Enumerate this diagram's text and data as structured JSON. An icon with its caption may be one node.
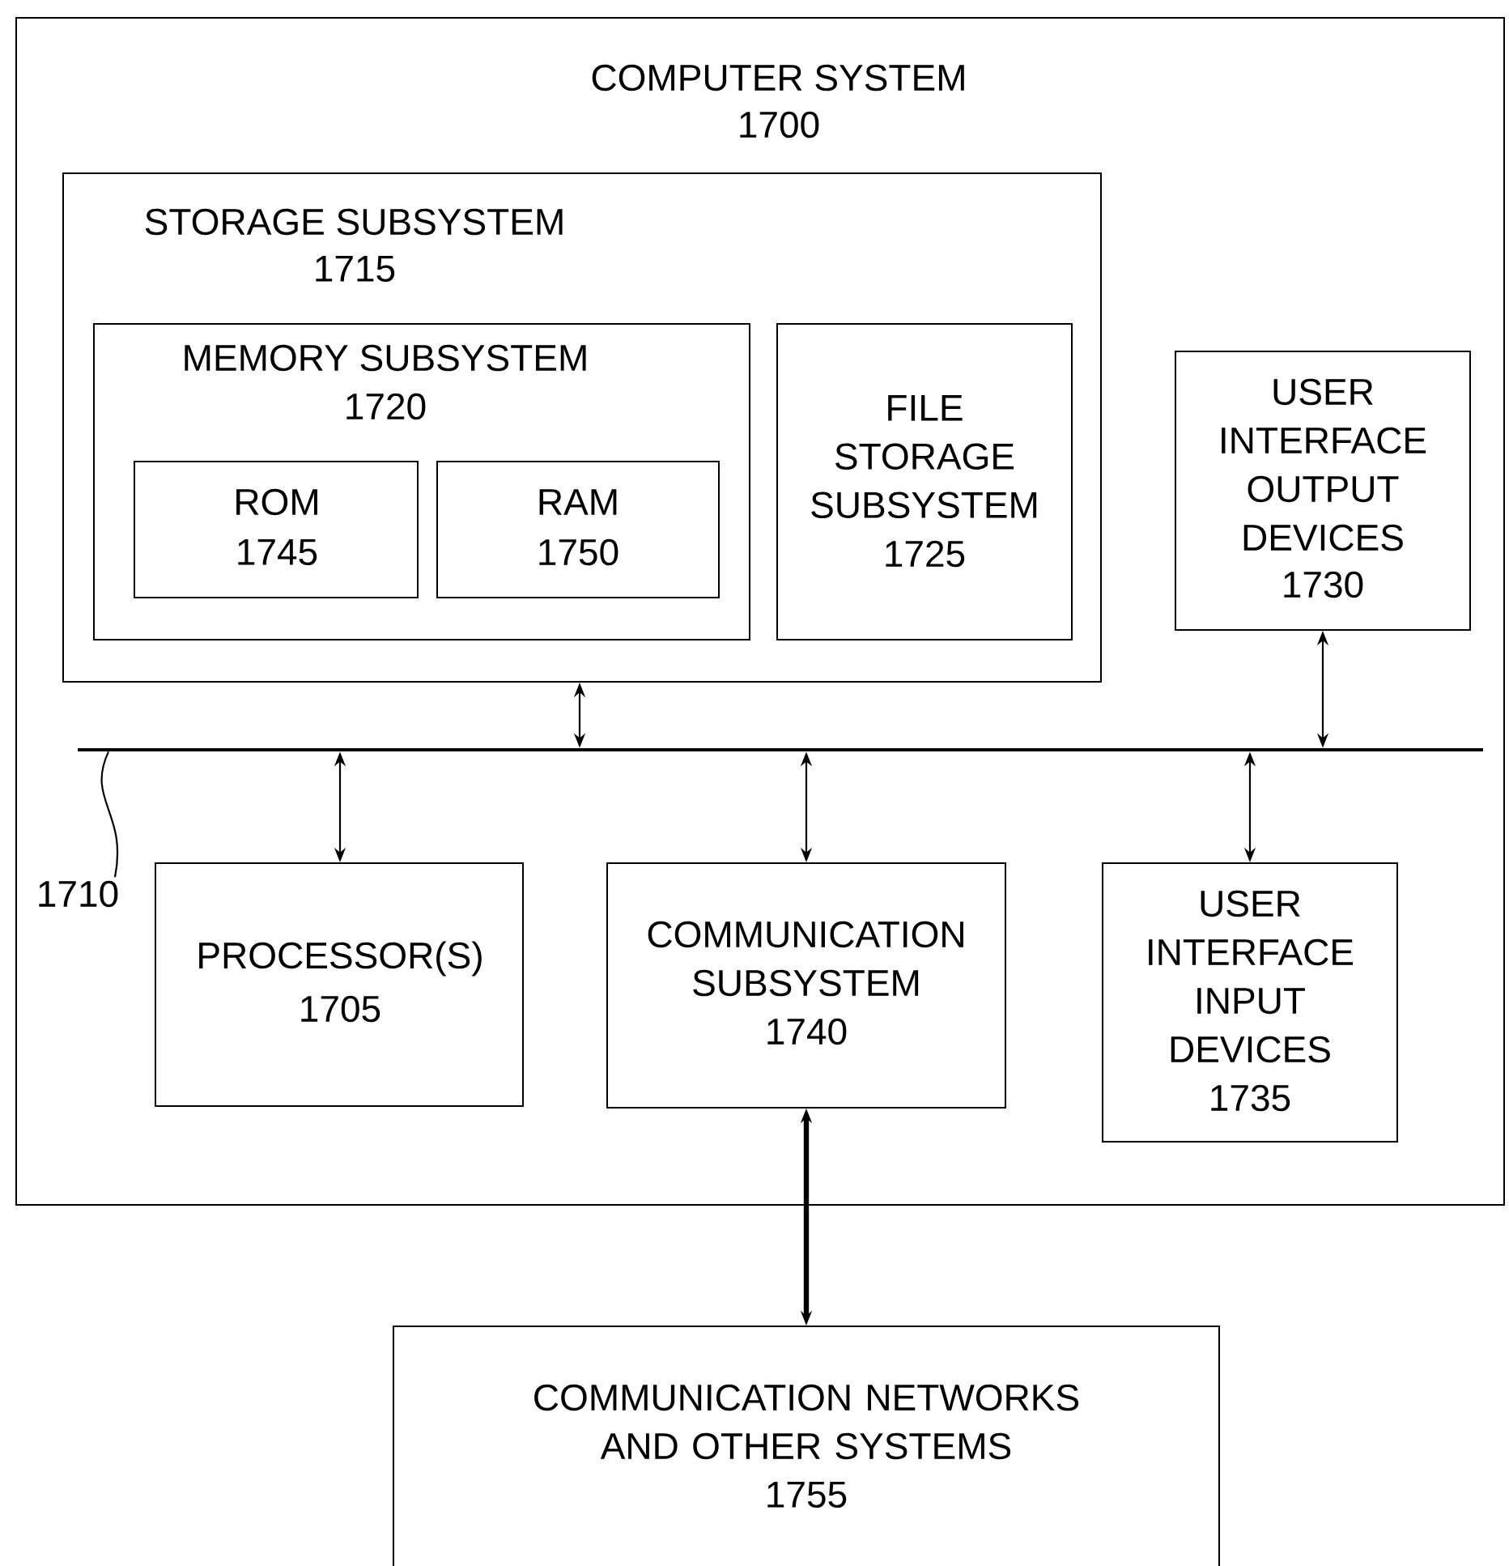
{
  "diagram": {
    "nodes": [
      {
        "text": [
          "COMPUTER SYSTEM",
          "1700"
        ]
      },
      {
        "text": [
          "STORAGE SUBSYSTEM",
          "1715"
        ],
        "in": 0
      },
      {
        "text": [
          "MEMORY SUBSYSTEM",
          "1720"
        ],
        "in": 1
      },
      {
        "text": [
          "ROM",
          "1745"
        ],
        "in": 2
      },
      {
        "text": [
          "RAM",
          "1750"
        ],
        "in": 2
      },
      {
        "text": [
          "FILE STORAGE SUBSYSTEM",
          "1725"
        ],
        "in": 1
      },
      {
        "text": [
          "USER INTERFACE OUTPUT DEVICES",
          "1730"
        ],
        "in": 0
      },
      {
        "text": [],
        "shape": "bar",
        "in": 0
      },
      {
        "text": [
          "1710"
        ],
        "in": 0
      },
      {
        "text": [
          "PROCESSOR(S)",
          "1705"
        ],
        "in": 0
      },
      {
        "text": [
          "COMMUNICATION SUBSYSTEM",
          "1740"
        ],
        "in": 0
      },
      {
        "text": [
          "USER INTERFACE INPUT DEVICES",
          "1735"
        ],
        "in": 0
      },
      {
        "text": [
          "COMMUNICATION NETWORKS AND OTHER SYSTEMS",
          "1755"
        ]
      }
    ],
    "edges": [
      {
        "from": 1,
        "to": 7,
        "arrow": "both"
      },
      {
        "from": 6,
        "to": 7,
        "arrow": "both"
      },
      {
        "from": 7,
        "to": 9,
        "arrow": "both"
      },
      {
        "from": 7,
        "to": 10,
        "arrow": "both"
      },
      {
        "from": 7,
        "to": 11,
        "arrow": "both"
      },
      {
        "from": 10,
        "to": 12,
        "arrow": "both",
        "style": "thick"
      },
      {
        "from": 8,
        "to": 7,
        "arrow": "none"
      }
    ]
  }
}
